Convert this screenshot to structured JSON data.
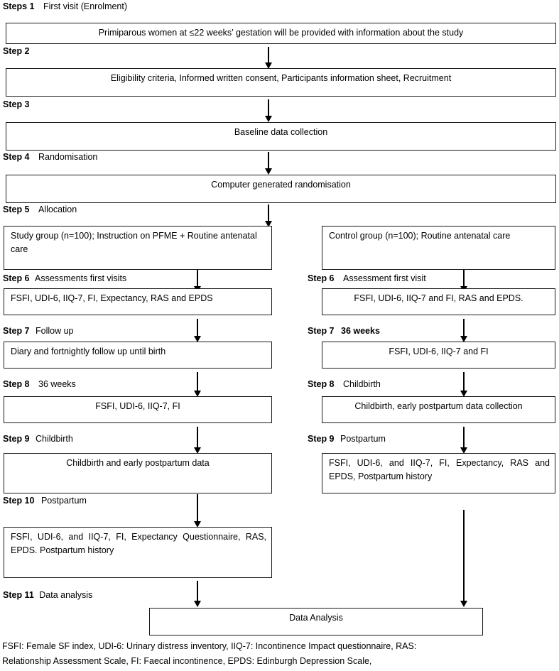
{
  "figure": {
    "title": "CONSORT-style trial flow diagram",
    "accent_color": "#000000",
    "background_color": "#ffffff"
  },
  "steps": [
    {
      "num": "Steps 1",
      "text": "First visit (Enrolment)"
    },
    {
      "num": "Step 2",
      "text": ""
    },
    {
      "num": "Step 3",
      "text": ""
    },
    {
      "num": "Step 4",
      "text": "Randomisation"
    },
    {
      "num": "Step 5",
      "text": "Allocation"
    },
    {
      "num": "Step 6",
      "text": "Assessments first visits"
    },
    {
      "num": "Step 6",
      "text": "Assessment first visit"
    },
    {
      "num": "Step 7",
      "text": "Follow up"
    },
    {
      "num": "Step 7",
      "text": "36 weeks",
      "bold_text": true
    },
    {
      "num": "Step 8",
      "text": "36 weeks"
    },
    {
      "num": "Step 8",
      "text": "Childbirth"
    },
    {
      "num": "Step 9",
      "text": "Childbirth"
    },
    {
      "num": "Step 9",
      "text": "Postpartum"
    },
    {
      "num": "Step 10",
      "text": "Postpartum"
    },
    {
      "num": "Step 11",
      "text": "Data analysis"
    }
  ],
  "boxes": {
    "enrolment": "Primiparous women at ≤22 weeks’ gestation will be provided with information about the study",
    "eligibility": "Eligibility criteria, Informed written consent, Participants information sheet, Recruitment",
    "baseline": "Baseline data collection",
    "randomisation": "Computer generated randomisation",
    "study_group": "Study group (n=100); Instruction on PFME + Routine antenatal care",
    "control_group": "Control group (n=100); Routine antenatal care",
    "study_assess1": "FSFI, UDI-6, IIQ-7, FI, Expectancy, RAS and EPDS",
    "control_assess1": "FSFI, UDI-6, IIQ-7 and FI, RAS and EPDS.",
    "study_followup": "Diary and fortnightly follow up until birth",
    "control_36weeks": "FSFI, UDI-6, IIQ-7 and FI",
    "study_36weeks": "FSFI, UDI-6, IIQ-7, FI",
    "control_childbirth": "Childbirth, early postpartum data collection",
    "study_childbirth": "Childbirth and early postpartum data",
    "control_postpartum": "FSFI, UDI-6, and IIQ-7, FI, Expectancy, RAS and EPDS, Postpartum history",
    "study_postpartum": "FSFI, UDI-6, and IIQ-7, FI, Expectancy Questionnaire, RAS, EPDS. Postpartum history",
    "data_analysis": "Data Analysis"
  },
  "footnote": {
    "line1": "FSFI: Female SF index, UDI-6: Urinary distress inventory, IIQ-7: Incontinence Impact questionnaire, RAS:",
    "line2": "Relationship Assessment Scale, FI: Faecal incontinence, EPDS: Edinburgh Depression Scale,"
  }
}
